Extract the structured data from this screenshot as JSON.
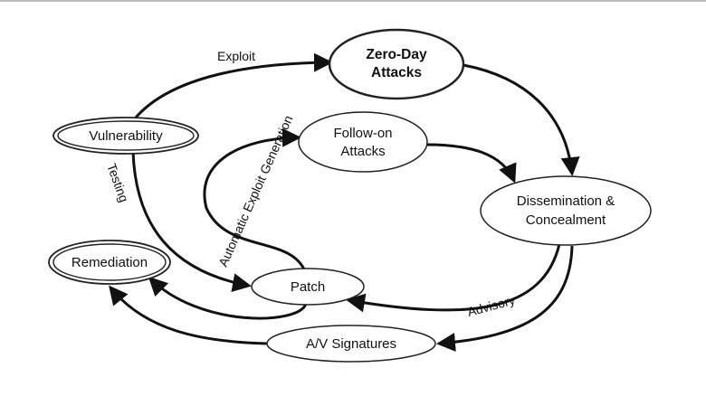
{
  "nodes": {
    "zero_day": {
      "line1": "Zero-Day",
      "line2": "Attacks"
    },
    "vulnerability": {
      "label": "Vulnerability"
    },
    "follow_on": {
      "line1": "Follow-on",
      "line2": "Attacks"
    },
    "dissemination": {
      "line1": "Dissemination &",
      "line2": "Concealment"
    },
    "remediation": {
      "label": "Remediation"
    },
    "patch": {
      "label": "Patch"
    },
    "av_signatures": {
      "label": "A/V Signatures"
    }
  },
  "edges": {
    "exploit": "Exploit",
    "testing": "Testing",
    "automatic_exploit_generation": "Automatic Exploit Generation",
    "advisory": "Advisory"
  },
  "colors": {
    "line": "#111111",
    "background": "#ffffff"
  }
}
